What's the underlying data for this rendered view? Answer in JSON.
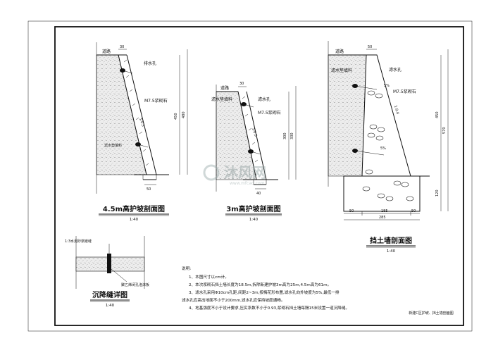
{
  "drawings": {
    "slope45": {
      "title": "4.5m高护坡剖面图",
      "scale": "1:40",
      "labels": {
        "road": "道路",
        "top_width": "30",
        "drain_hole": "排水孔",
        "masonry": "M7.5浆砌石",
        "grade": "1:0.5",
        "filter": "滤水垫填料",
        "height_outer": "480",
        "height_inner": "450",
        "base_width": "50"
      }
    },
    "slope3": {
      "title": "3m高护坡剖面图",
      "scale": "1:40",
      "labels": {
        "road": "道路",
        "top_width": "30",
        "filter": "滤水垫填料",
        "drain_hole": "滤水孔",
        "masonry": "M7.5浆砌石",
        "grade": "1:0.5",
        "height_outer": "330",
        "height_inner": "300",
        "base_width": "40"
      }
    },
    "wall": {
      "title": "挡土墙剖面图",
      "scale": "1:40",
      "labels": {
        "road": "道路",
        "top_width": "50",
        "filter": "滤水垫填料",
        "drain_hole": "滤水孔",
        "masonry": "M7.5浆砌石",
        "grade": "1:0.4",
        "slope_a": "5%",
        "slope_b": "5%",
        "height_outer": "570",
        "height_inner": "450",
        "base_height": "120",
        "dim_left": "50",
        "dim_mid": "185",
        "dim_right": "50",
        "dim_total": "285"
      }
    },
    "joint": {
      "title": "沉降缝详图",
      "scale": "1:40",
      "labels": {
        "seal": "1:3水泥砂浆嵌缝",
        "board": "聚乙烯闭孔泡沫板"
      }
    }
  },
  "notes": {
    "heading": "说明:",
    "items": [
      "1、本图尺寸以cm计。",
      "2、本次浆砌石挡土墙长度为18.5m,拆除新建护坡3m高为25m,4.5m高为61m。",
      "3、滤水孔采用Φ10cm孔距,间距2~3m,按梅花形布置,滤水孔向外坡度为5%,最低一排",
      "滤水孔应高出地面不小于200mm,滤水孔应保持坡度通畅。",
      "4、地基强度不小于设计要求,压实系数不小于0.93,浆砌石挡土墙每隔15米设置一道沉降缝。"
    ]
  },
  "title_block": {
    "name": "新建C区护坡、挡土墙剖面图"
  },
  "watermark": {
    "text": "沐风网",
    "url": "www.mfcad.com"
  }
}
